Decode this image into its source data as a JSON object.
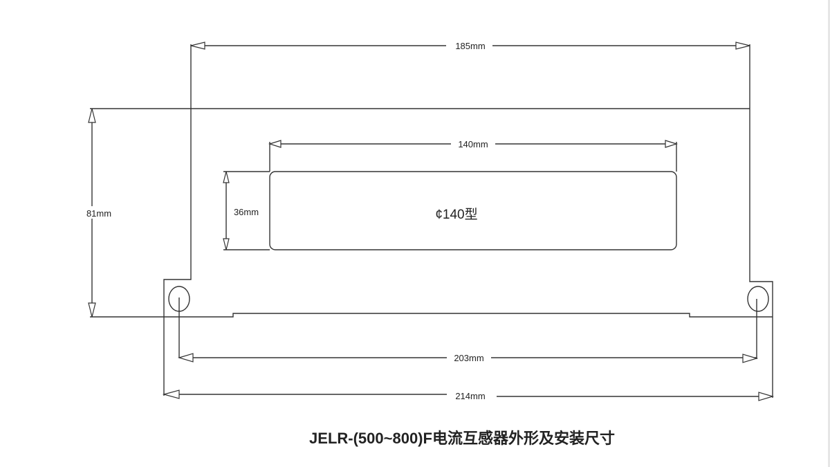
{
  "drawing": {
    "title": "JELR-(500~800)F电流互感器外形及安装尺寸",
    "model_label": "¢140型",
    "dimensions": {
      "overall_width": "185mm",
      "height": "81mm",
      "window_width": "140mm",
      "window_height": "36mm",
      "hole_spacing": "203mm",
      "base_width": "214mm"
    }
  }
}
